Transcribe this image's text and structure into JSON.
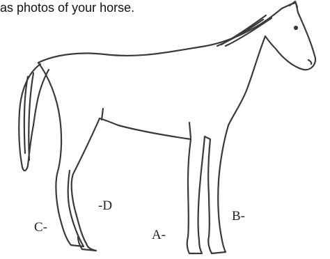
{
  "caption": "as photos of your horse.",
  "legs": {
    "a": "A-",
    "b": "B-",
    "c": "C-",
    "d": "-D"
  },
  "colors": {
    "sketch_line": "#3a3a3a",
    "background": "#ffffff"
  }
}
